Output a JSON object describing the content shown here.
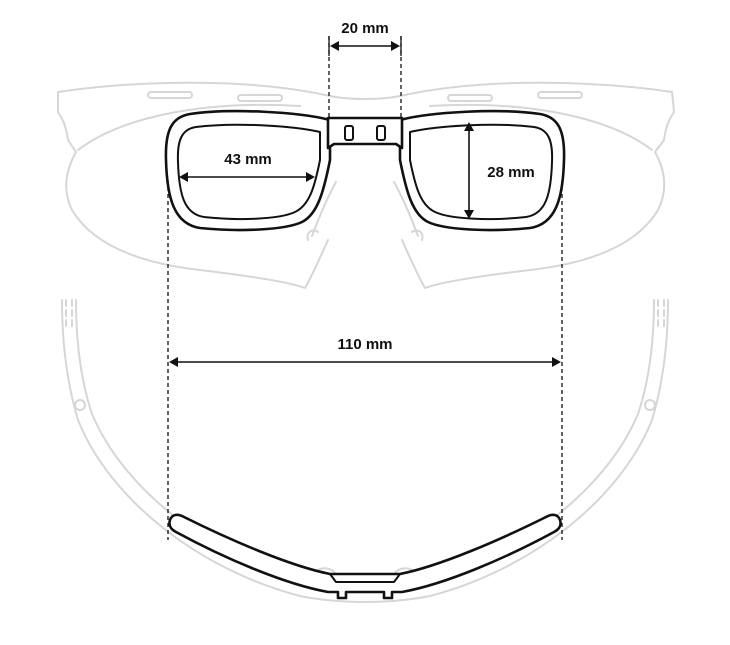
{
  "measurements": {
    "bridge_width": "20 mm",
    "lens_width": "43 mm",
    "lens_height": "28 mm",
    "total_width": "110 mm"
  }
}
